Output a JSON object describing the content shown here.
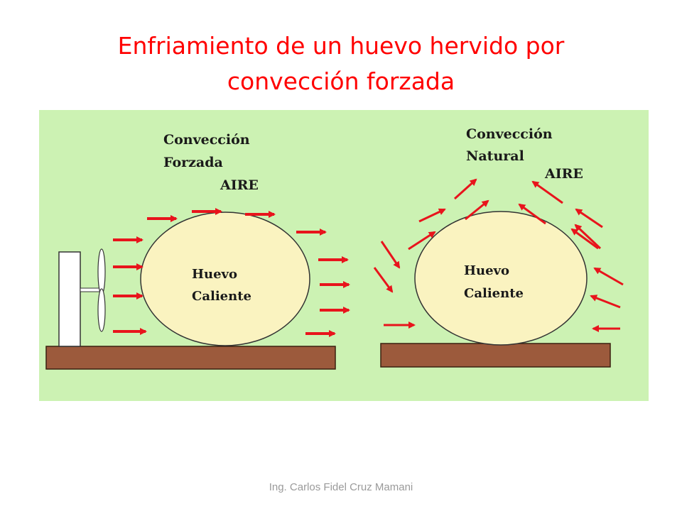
{
  "slide": {
    "title_line1": "Enfriamiento de un huevo hervido por",
    "title_line2": "convección forzada",
    "footer": "Ing. Carlos Fidel Cruz Mamani"
  },
  "left_panel": {
    "label_line1": "Convección",
    "label_line2": "Forzada",
    "air_label": "AIRE",
    "egg_line1": "Huevo",
    "egg_line2": "Caliente"
  },
  "right_panel": {
    "label_line1": "Convección",
    "label_line2": "Natural",
    "air_label": "AIRE",
    "egg_line1": "Huevo",
    "egg_line2": "Caliente"
  },
  "colors": {
    "title": "#ff0000",
    "background_panel": "#ccf2b3",
    "egg_fill": "#faf3c0",
    "base": "#9c5a3c",
    "arrow": "#e8141c"
  },
  "icons": [
    "fan-icon",
    "arrow-icon"
  ]
}
